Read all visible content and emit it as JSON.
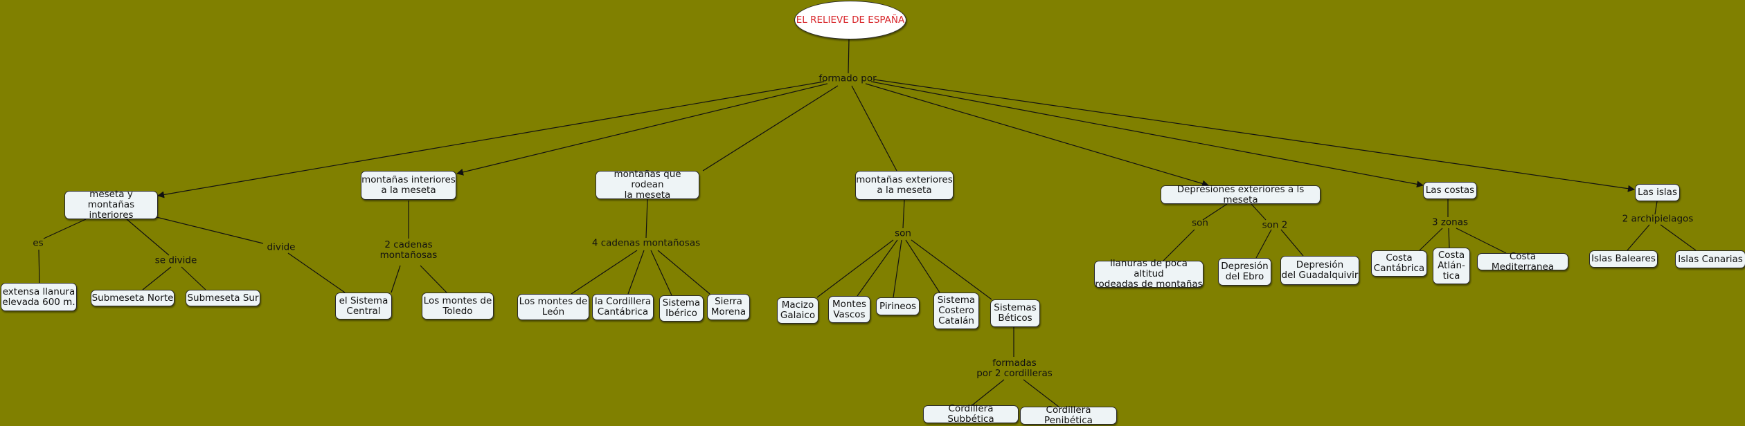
{
  "colors": {
    "background": "#808000",
    "node_fill": "#eef4f6",
    "root_text": "#d8262b",
    "line": "#111111"
  },
  "root": "EL RELIEVE DE ESPAÑA",
  "links": {
    "formado_por": "formado por",
    "es": "es",
    "se_divide": "se divide",
    "divide": "divide",
    "dos_cadenas": "2 cadenas\nmontañosas",
    "cuatro_cadenas": "4 cadenas montañosas",
    "son": "son",
    "formadas": "formadas\npor 2 cordilleras",
    "son_dep": "son",
    "son_2": "son 2",
    "tres_zonas": "3 zonas",
    "dos_archipielagos": "2 archipielagos"
  },
  "nodes": {
    "meseta": "meseta y montañas\ninteriores",
    "llanura": "extensa llanura\nelevada 600 m.",
    "sub_norte": "Submeseta Norte",
    "sub_sur": "Submeseta Sur",
    "mont_int": "montañas interiores\na la meseta",
    "sist_central": "el Sistema\nCentral",
    "toledo": "Los montes de\nToledo",
    "rodean": "montañas que rodean\nla meseta",
    "leon": "Los montes de\nLeón",
    "cantabrica": "la Cordillera\nCantábrica",
    "iberico": "Sistema\nIbérico",
    "morena": "Sierra\nMorena",
    "exteriores": "montañas exteriores\na la meseta",
    "galaico": "Macizo\nGalaico",
    "vascos": "Montes\nVascos",
    "pirineos": "Pirineos",
    "costero": "Sistema\nCostero\nCatalán",
    "beticos": "Sistemas\nBéticos",
    "subbetica": "Cordillera Subbética",
    "penibetica": "Cordillera Penibética",
    "depresiones": "Depresiones exteriores a ls meseta",
    "llanuras_poca": "llanuras de poca altitud\nrodeadas de montañas",
    "ebro": "Depresión\ndel Ebro",
    "guadalquivir": "Depresión\ndel Guadalquivir",
    "costas": "Las costas",
    "cantabrica_costa": "Costa\nCantábrica",
    "atlantica": "Costa\nAtlán-\ntica",
    "mediterranea": "Costa Mediterranea",
    "islas": "Las islas",
    "baleares": "Islas Baleares",
    "canarias": "Islas Canarias"
  }
}
